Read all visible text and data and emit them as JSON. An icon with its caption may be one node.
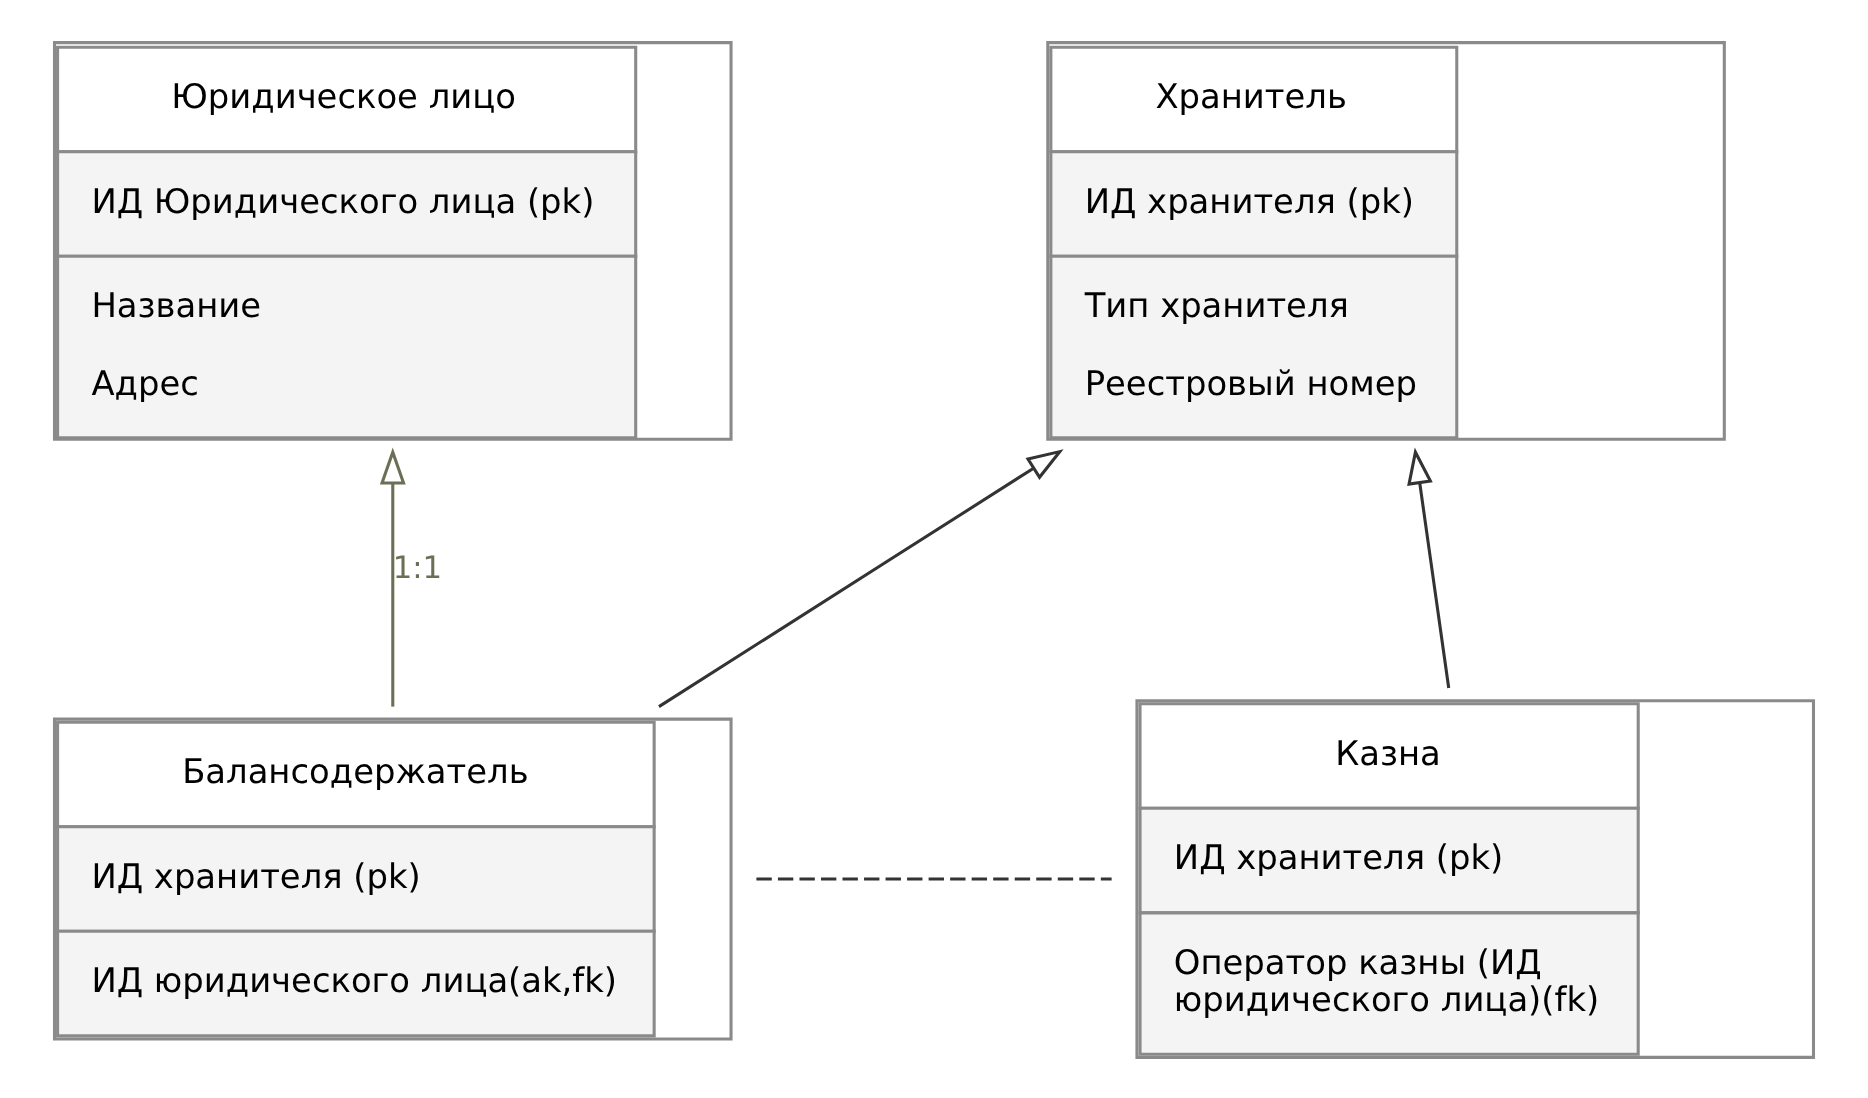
{
  "diagram": {
    "nodes": [
      {
        "text": [
          "Хранитель",
          "ИД хранителя (pk)",
          "Тип хранителя",
          "Реестровый номер"
        ]
      },
      {
        "text": [
          "Юридическое лицо",
          "ИД Юридического лица (pk)",
          "Название",
          "Адрес"
        ]
      },
      {
        "text": [
          "Балансодержатель",
          "ИД хранителя (pk)",
          "ИД юридического лица(ak,fk)"
        ]
      },
      {
        "text": [
          "Казна",
          "ИД хранителя (pk)",
          "Оператор казны (ИД юридического лица)(fk)"
        ]
      }
    ],
    "edges": [
      {
        "from": 2,
        "to": 1,
        "arrow": "to",
        "label": "1:1",
        "color": "#6b6f55"
      },
      {
        "from": 2,
        "to": 0,
        "arrow": "to"
      },
      {
        "from": 3,
        "to": 0,
        "arrow": "to"
      },
      {
        "from": 2,
        "to": 3,
        "arrow": "none",
        "style": "dashed"
      }
    ]
  }
}
